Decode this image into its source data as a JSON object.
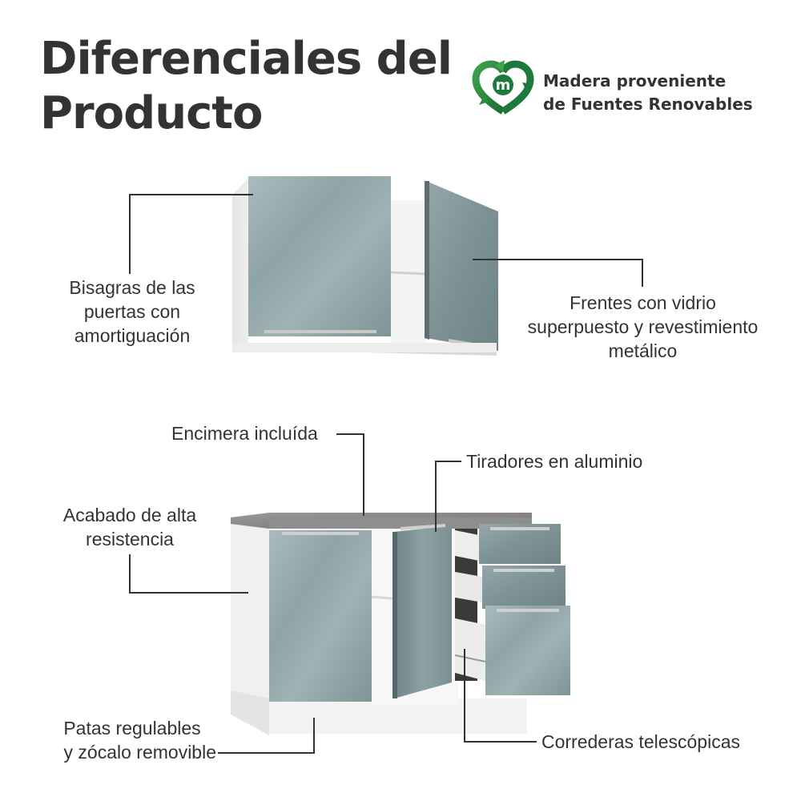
{
  "title": {
    "line1": "Diferenciales del",
    "line2": "Producto"
  },
  "eco_badge": {
    "icon": "recycle-leaf-icon",
    "letter": "m",
    "line1": "Madera proveniente",
    "line2": "de Fuentes Renovables",
    "color": "#1E7A3C"
  },
  "features": {
    "hinges": [
      "Bisagras de las",
      "puertas con",
      "amortiguación"
    ],
    "fronts": [
      "Frentes con vidrio",
      "superpuesto y revestimiento",
      "metálico"
    ],
    "countertop": "Encimera incluída",
    "handles": "Tiradores en aluminio",
    "finish": [
      "Acabado de alta",
      "resistencia"
    ],
    "legs": [
      "Patas regulables",
      "y zócalo removible"
    ],
    "slides": "Correderas telescópicas"
  },
  "colors": {
    "text": "#333333",
    "door_glass": "#8FA4A6",
    "carcass": "#F2F2F2",
    "countertop": "#8C8C8C"
  }
}
